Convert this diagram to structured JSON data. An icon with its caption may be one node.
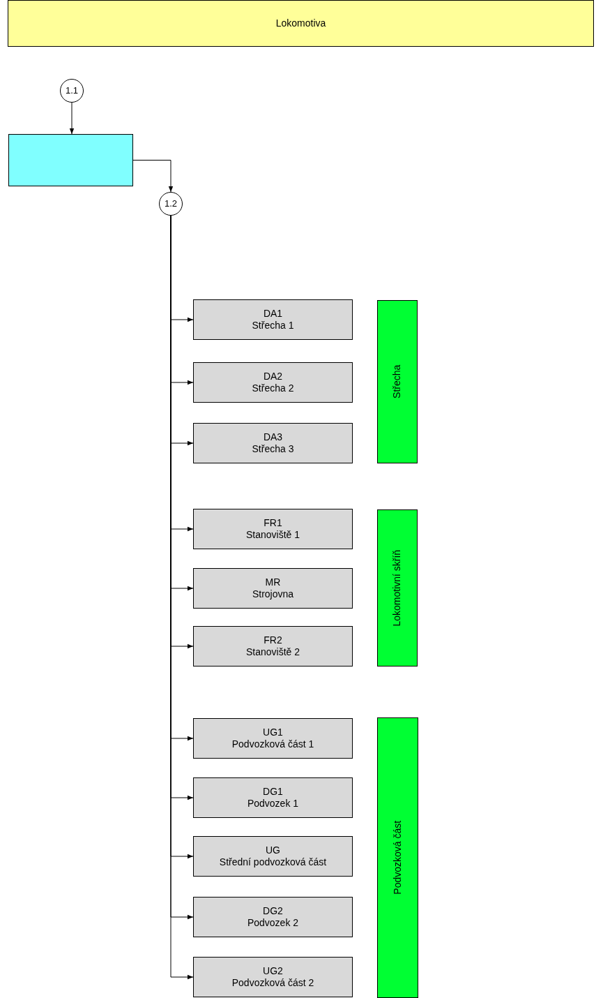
{
  "diagram": {
    "nodes": [
      {
        "text": [
          "Lokomotiva"
        ]
      },
      {
        "text": [
          "1.1"
        ]
      },
      {
        "text": [],
        "shape": "box"
      },
      {
        "text": [
          "1.2"
        ]
      },
      {
        "text": [
          "DA1",
          "Střecha 1"
        ]
      },
      {
        "text": [
          "DA2",
          "Střecha 2"
        ]
      },
      {
        "text": [
          "DA3",
          "Střecha 3"
        ]
      },
      {
        "text": [
          "FR1",
          "Stanoviště 1"
        ]
      },
      {
        "text": [
          "MR",
          "Strojovna"
        ]
      },
      {
        "text": [
          "FR2",
          "Stanoviště 2"
        ]
      },
      {
        "text": [
          "UG1",
          "Podvozková část 1"
        ]
      },
      {
        "text": [
          "DG1",
          "Podvozek 1"
        ]
      },
      {
        "text": [
          "UG",
          "Střední podvozková část"
        ]
      },
      {
        "text": [
          "DG2",
          "Podvozek 2"
        ]
      },
      {
        "text": [
          "UG2",
          "Podvozková část 2"
        ]
      },
      {
        "text": [
          "Střecha"
        ]
      },
      {
        "text": [
          "Lokomotivní skříň"
        ]
      },
      {
        "text": [
          "Podvozková část"
        ]
      }
    ],
    "edges": [
      {
        "from": 1,
        "to": 2,
        "arrow": "to"
      },
      {
        "from": 2,
        "to": 3,
        "arrow": "to"
      },
      {
        "from": 3,
        "to": 4,
        "arrow": "to"
      },
      {
        "from": 3,
        "to": 5,
        "arrow": "to"
      },
      {
        "from": 3,
        "to": 6,
        "arrow": "to"
      },
      {
        "from": 3,
        "to": 7,
        "arrow": "to"
      },
      {
        "from": 3,
        "to": 8,
        "arrow": "to"
      },
      {
        "from": 3,
        "to": 9,
        "arrow": "to"
      },
      {
        "from": 3,
        "to": 10,
        "arrow": "to"
      },
      {
        "from": 3,
        "to": 11,
        "arrow": "to"
      },
      {
        "from": 3,
        "to": 12,
        "arrow": "to"
      },
      {
        "from": 3,
        "to": 13,
        "arrow": "to"
      },
      {
        "from": 3,
        "to": 14,
        "arrow": "to"
      }
    ]
  }
}
